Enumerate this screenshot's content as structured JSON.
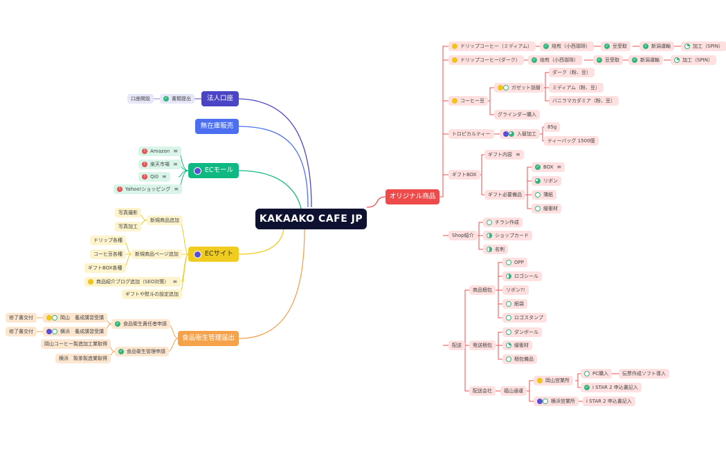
{
  "root": "KAKAAKO CAFE JP",
  "colors": {
    "pink": "#f04b4b",
    "indigo": "#4b45c6",
    "blue": "#4b6ff0",
    "green": "#10b981",
    "yellow": "#efcc1f",
    "orange": "#f5a24a"
  },
  "left": {
    "corporate": {
      "title": "法人口座",
      "items": [
        "書類提出",
        "口座開設"
      ]
    },
    "stockless": {
      "title": "無在庫販売"
    },
    "ecmall": {
      "title": "ECモール",
      "items": [
        "Amazon",
        "楽天市場",
        "Qi0",
        "Yahoo!ショッピング"
      ]
    },
    "ecsite": {
      "title": "ECサイト",
      "items": [
        "新規商品追加",
        "写真撮影",
        "写真加工",
        "新規商品ページ追加",
        "ドリップ各種",
        "コーヒ豆各種",
        "ギフトBOX各種",
        "商品紹介ブログ追加（SEO対策）",
        "ギフトや熨斗の設定追加"
      ]
    },
    "foodhygiene": {
      "title": "食品衛生管理届出",
      "items": [
        "食品衛生責任者申請",
        "岡山　養成講習受講",
        "修了書交付",
        "横浜　養成講習受講",
        "修了書交付",
        "食品衛生管理申請",
        "岡山コーヒー製造加工業取得",
        "横浜　製茶製造業取得"
      ]
    }
  },
  "right": {
    "title": "オリジナル商品",
    "drip_medium": [
      "ドリップコーヒー（ミディアム）",
      "焙煎（小西珈琲）",
      "豆受取",
      "新潟運輸",
      "加工（SPIN）"
    ],
    "drip_dark": [
      "ドリップコーヒー(ダーク）",
      "焙煎（小西珈琲）",
      "豆受取",
      "新潟運輸",
      "加工（SPIN）"
    ],
    "beans": [
      "コーヒー豆",
      "ガゼット詰替",
      "ダーク（粉、豆）",
      "ミディアム（粉、豆）",
      "バニラマカダミア（粉、豆）",
      "グラインダー購入"
    ],
    "tropical": [
      "トロピカルティー",
      "入替加工",
      "85g",
      "ティーバッグ 1500個"
    ],
    "giftbox": [
      "ギフトBOX",
      "ギフト内容",
      "ギフト必要備品",
      "BOX",
      "リボン",
      "薄紙",
      "緩衝材"
    ],
    "shop": [
      "Shop紹介",
      "チラシ作成",
      "ショップカード",
      "名刺"
    ],
    "delivery": [
      "配送",
      "商品梱包",
      "OPP",
      "ロゴシール",
      "リボン?!",
      "紙袋",
      "ロゴスタンプ",
      "発送梱包",
      "ダンボール",
      "緩衝材",
      "梱包備品",
      "配送会社",
      "福山通運",
      "岡山営業所",
      "PC購入",
      "伝票作成ソフト導入",
      "i STAR 2 申込書記入",
      "横浜営業所",
      "i STAR 2 申込書記入"
    ]
  }
}
